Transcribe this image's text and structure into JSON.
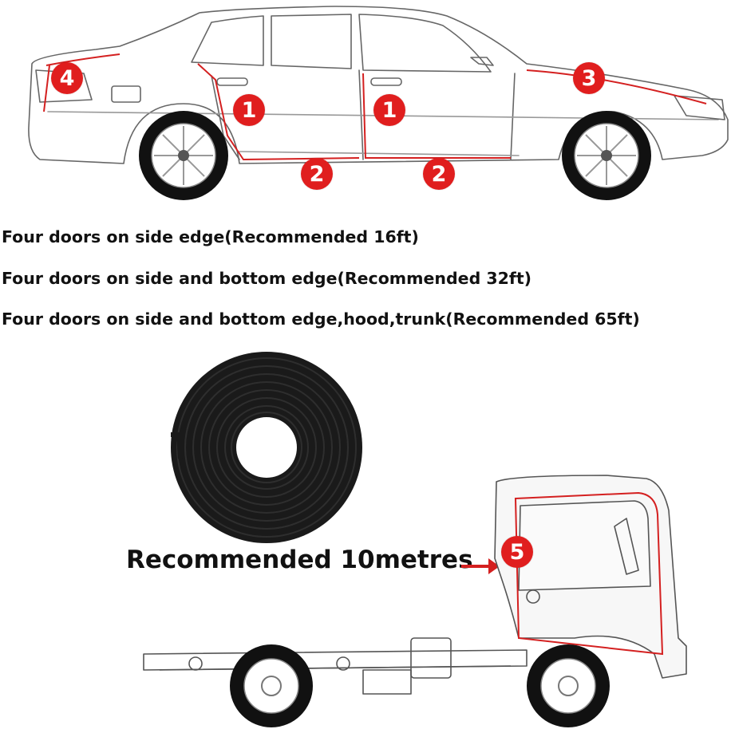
{
  "captions": {
    "four_doors_side": "Four doors on side edge(Recommended 16ft)",
    "four_doors_side_bottom": "Four doors on side and bottom edge(Recommended 32ft)",
    "four_doors_side_bottom_hood_trunk": "Four doors on side and bottom edge,hood,trunk(Recommended 65ft)"
  },
  "recommendation": "Recommended 10metres",
  "markers": {
    "door_edge_front": "1",
    "door_edge_rear": "1",
    "sill_front": "2",
    "sill_rear": "2",
    "hood": "3",
    "trunk": "4",
    "truck_door": "5"
  },
  "colors": {
    "accent_red": "#e01e1e",
    "seal_black": "#1a1a1a"
  }
}
